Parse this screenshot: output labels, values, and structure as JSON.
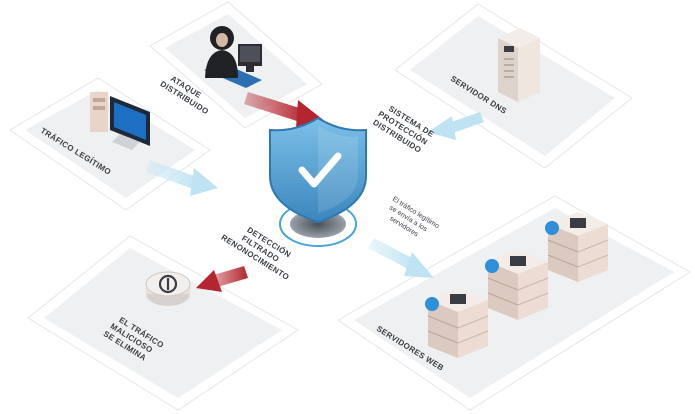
{
  "labels": {
    "attack_line1": "ATAQUE",
    "attack_line2": "DISTRIBUIDO",
    "legit": "TRÁFICO LEGÍTIMO",
    "dns": "SERVIDOR DNS",
    "protection_line1": "SISTEMA DE",
    "protection_line2": "PROTECCIÓN",
    "protection_line3": "DISTRIBUIDO",
    "detection_line1": "DETECCIÓN",
    "detection_line2": "FILTRADO",
    "detection_line3": "RENONOCIMIENTO",
    "dropped_line1": "EL TRÁFICO",
    "dropped_line2": "MALICIOSO",
    "dropped_line3": "SE ELIMINA",
    "legit_sent_line1": "El tráfico legítimo",
    "legit_sent_line2": "se envía a los",
    "legit_sent_line3": "servidores",
    "web": "SERVIDORES WEB"
  },
  "colors": {
    "panel": "#eef0f2",
    "panel_stroke": "#d9dde1",
    "malicious_arrow": "#b3262f",
    "legit_arrow": "#bfe3f3",
    "shield": "#5aa9d8",
    "shield_dark": "#3c86bd",
    "server_body": "#ead8cf",
    "cloud": "#2f8fd8"
  }
}
